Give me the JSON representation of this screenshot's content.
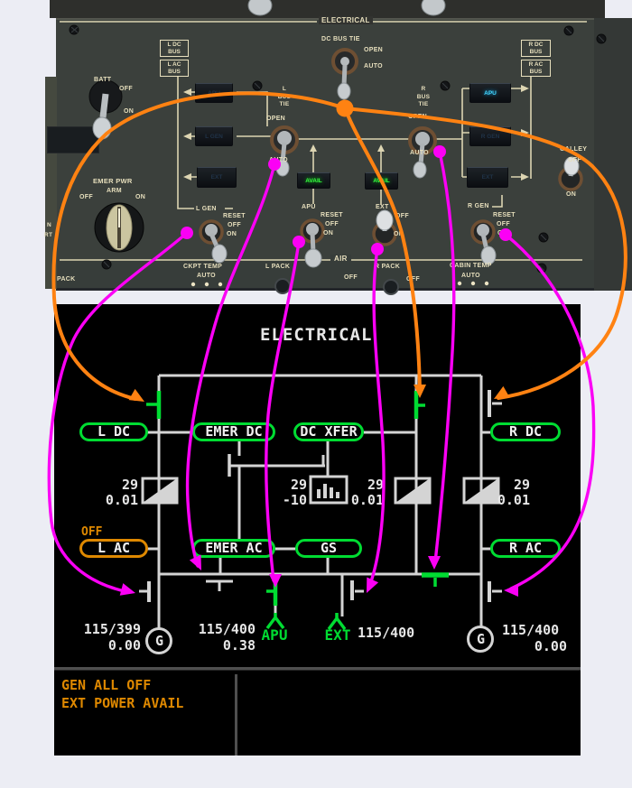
{
  "colors": {
    "magenta": "#fb00f5",
    "orange": "#ff8212",
    "panel_cream": "#e7dfbd",
    "display_green": "#00dc32",
    "display_amber": "#de8800",
    "apu_cyan": "#45d8ff",
    "avail_green": "#39ff42"
  },
  "panel": {
    "header": "ELECTRICAL",
    "bus_boxes": {
      "l_dc": [
        "L DC",
        "BUS"
      ],
      "l_ac": [
        "L AC",
        "BUS"
      ],
      "r_dc": [
        "R DC",
        "BUS"
      ],
      "r_ac": [
        "R AC",
        "BUS"
      ]
    },
    "batt": {
      "label": "BATT",
      "off": "OFF",
      "on": "ON"
    },
    "dc_bus_tie": {
      "label": "DC BUS TIE",
      "open": "OPEN",
      "auto": "AUTO"
    },
    "l_bus_tie": {
      "lines": [
        "L",
        "BUS",
        "TIE"
      ],
      "open": "OPEN",
      "auto": "AUTO"
    },
    "r_bus_tie": {
      "lines": [
        "R",
        "BUS",
        "TIE"
      ],
      "open": "OPEN",
      "auto": "AUTO"
    },
    "buttons": {
      "apu": "APU",
      "l_gen": "L GEN",
      "ext": "EXT",
      "r_gen": "R GEN",
      "avail": "AVAIL"
    },
    "emer_pwr": {
      "label": "EMER PWR",
      "arm": "ARM",
      "off": "OFF",
      "on": "ON"
    },
    "l_gen_switch": {
      "label": "L GEN",
      "reset": "RESET",
      "off": "OFF",
      "on": "ON"
    },
    "apu_switch": {
      "label": "APU",
      "reset": "RESET",
      "off": "OFF",
      "on": "ON"
    },
    "ext_switch": {
      "label": "EXT",
      "off": "OFF",
      "on": "ON"
    },
    "r_gen_switch": {
      "label": "R GEN",
      "reset": "RESET",
      "off": "OFF",
      "on": "ON"
    },
    "galley": {
      "label": "GALLEY",
      "off": "OFF",
      "on": "ON"
    },
    "air": {
      "header": "AIR",
      "ckpt_temp": "CKPT TEMP",
      "cabin_temp": "CABIN TEMP",
      "auto": "AUTO",
      "l_pack": "L PACK",
      "r_pack": "R PACK",
      "off": "OFF"
    },
    "edge": {
      "n": "N",
      "rt": "RT",
      "pack": "PACK"
    }
  },
  "display": {
    "title": "ELECTRICAL",
    "buses": {
      "l_dc": "L DC",
      "emer_dc": "EMER DC",
      "dc_xfer": "DC XFER",
      "r_dc": "R DC",
      "l_ac": "L AC",
      "emer_ac": "EMER AC",
      "gs": "GS",
      "r_ac": "R AC"
    },
    "l_ac_status": "OFF",
    "tru_left": {
      "volts": "29",
      "amps": "0.01"
    },
    "battery": {
      "volts": "29",
      "amps": "-10"
    },
    "tru_center": {
      "volts": "29",
      "amps": "0.01"
    },
    "tru_right": {
      "volts": "29",
      "amps": "0.01"
    },
    "gen_left": {
      "value": "115/399",
      "load": "0.00",
      "symbol": "G"
    },
    "apu_feed": {
      "value": "115/400",
      "load": "0.38",
      "label": "APU"
    },
    "ext_feed": {
      "label": "EXT",
      "value": "115/400"
    },
    "gen_right": {
      "value": "115/400",
      "load": "0.00",
      "symbol": "G"
    },
    "messages": {
      "line1": "GEN ALL OFF",
      "line2": "EXT POWER AVAIL"
    }
  }
}
